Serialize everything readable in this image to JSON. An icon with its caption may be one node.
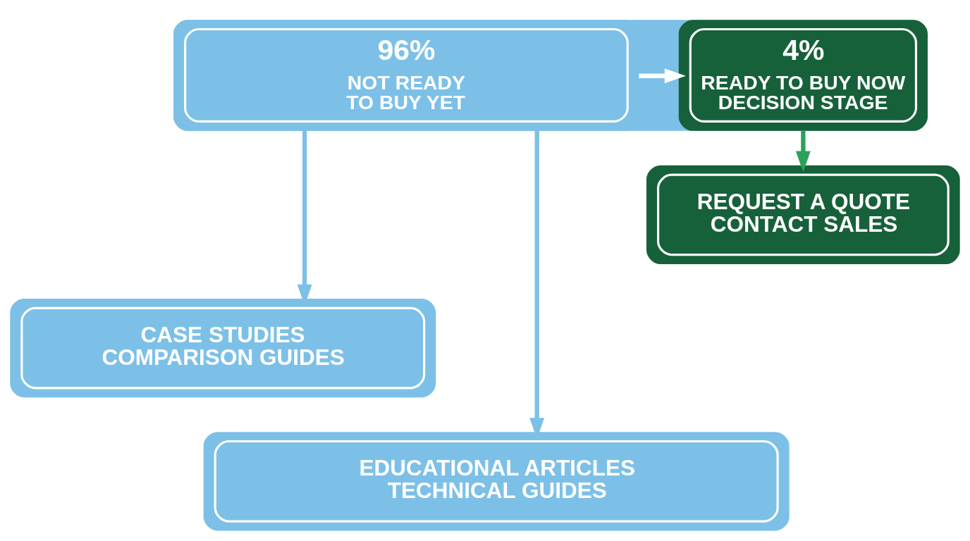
{
  "diagram": {
    "nodes": [
      {
        "text": [],
        "shape": "box"
      },
      {
        "text": [
          "96%",
          "NOT READY TO BUY YET"
        ],
        "in": 0
      },
      {
        "text": [
          "4%",
          "READY TO BUY NOW DECISION STAGE"
        ],
        "in": 0
      },
      {
        "text": [
          "REQUEST A QUOTE CONTACT SALES"
        ]
      },
      {
        "text": [
          "CASE STUDIES COMPARISON GUIDES"
        ]
      },
      {
        "text": [
          "EDUCATIONAL ARTICLES TECHNICAL GUIDES"
        ]
      }
    ],
    "edges": [
      {
        "from": 1,
        "to": 2,
        "arrow": "to",
        "color": "#ffffff"
      },
      {
        "from": 2,
        "to": 3,
        "arrow": "to",
        "color": "#2aa05a"
      },
      {
        "from": 1,
        "to": 4,
        "arrow": "to"
      },
      {
        "from": 1,
        "to": 5,
        "arrow": "to"
      }
    ]
  }
}
